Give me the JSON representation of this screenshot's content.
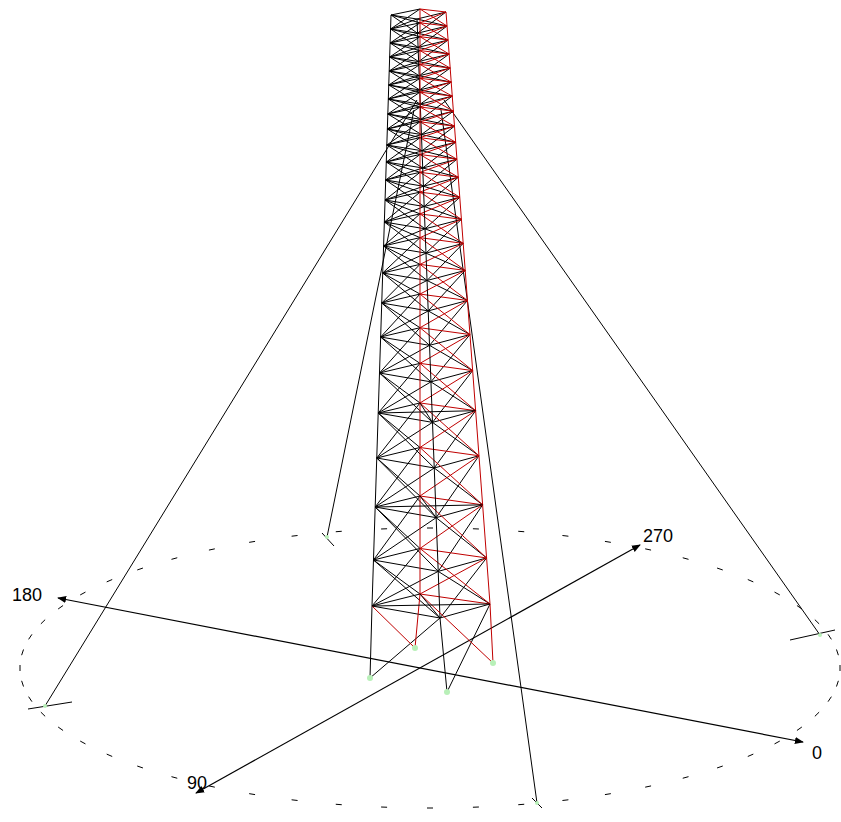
{
  "diagram": {
    "labels": [
      "180",
      "270",
      "0",
      "90"
    ]
  }
}
